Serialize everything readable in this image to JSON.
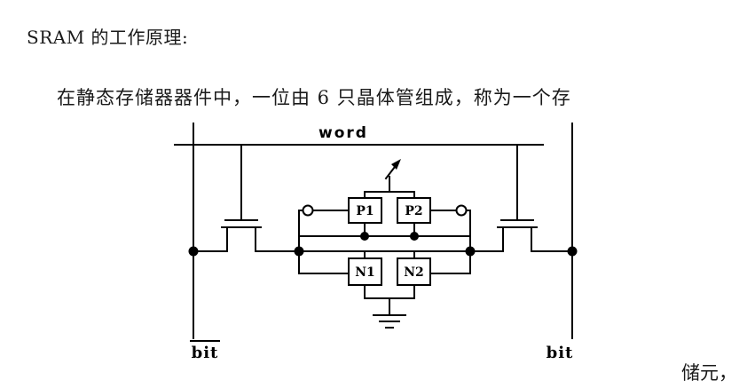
{
  "page": {
    "title": "SRAM 的工作原理:",
    "paragraph": "在静态存储器器件中，一位由 6 只晶体管组成，称为一个存",
    "trailing_text": "储元，"
  },
  "diagram": {
    "word_line_label": "word",
    "bit_left_label": "bit",
    "bit_right_label": "bit",
    "transistors": {
      "p1": "P1",
      "p2": "P2",
      "n1": "N1",
      "n2": "N2"
    },
    "line_color": "#000000",
    "background": "#ffffff"
  }
}
